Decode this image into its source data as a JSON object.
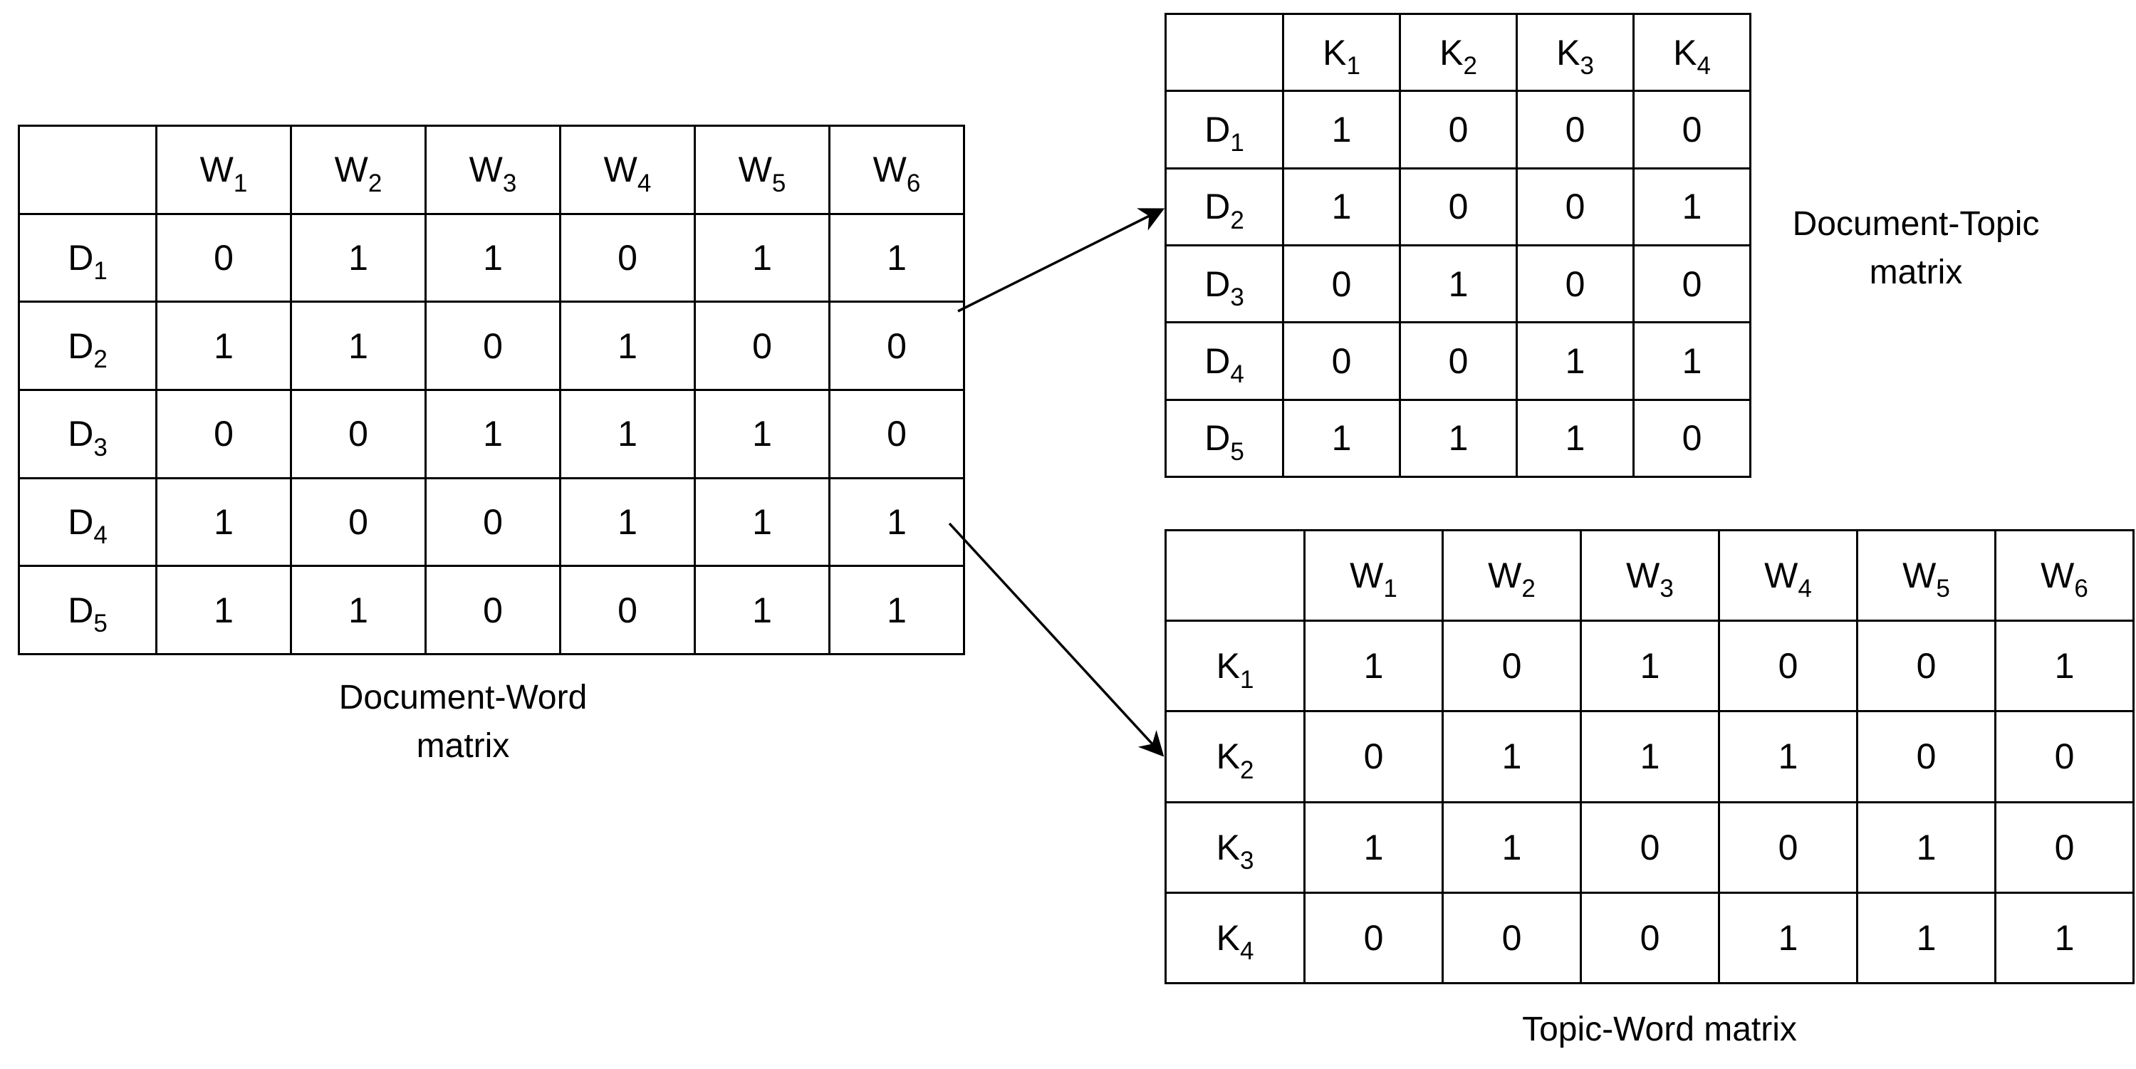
{
  "document_word": {
    "caption": [
      "Document-Word",
      "matrix"
    ],
    "columns": [
      {
        "base": "W",
        "sub": "1"
      },
      {
        "base": "W",
        "sub": "2"
      },
      {
        "base": "W",
        "sub": "3"
      },
      {
        "base": "W",
        "sub": "4"
      },
      {
        "base": "W",
        "sub": "5"
      },
      {
        "base": "W",
        "sub": "6"
      }
    ],
    "rows": [
      {
        "label": {
          "base": "D",
          "sub": "1"
        },
        "values": [
          "0",
          "1",
          "1",
          "0",
          "1",
          "1"
        ]
      },
      {
        "label": {
          "base": "D",
          "sub": "2"
        },
        "values": [
          "1",
          "1",
          "0",
          "1",
          "0",
          "0"
        ]
      },
      {
        "label": {
          "base": "D",
          "sub": "3"
        },
        "values": [
          "0",
          "0",
          "1",
          "1",
          "1",
          "0"
        ]
      },
      {
        "label": {
          "base": "D",
          "sub": "4"
        },
        "values": [
          "1",
          "0",
          "0",
          "1",
          "1",
          "1"
        ]
      },
      {
        "label": {
          "base": "D",
          "sub": "5"
        },
        "values": [
          "1",
          "1",
          "0",
          "0",
          "1",
          "1"
        ]
      }
    ]
  },
  "document_topic": {
    "caption": [
      "Document-Topic",
      "matrix"
    ],
    "columns": [
      {
        "base": "K",
        "sub": "1"
      },
      {
        "base": "K",
        "sub": "2"
      },
      {
        "base": "K",
        "sub": "3"
      },
      {
        "base": "K",
        "sub": "4"
      }
    ],
    "rows": [
      {
        "label": {
          "base": "D",
          "sub": "1"
        },
        "values": [
          "1",
          "0",
          "0",
          "0"
        ]
      },
      {
        "label": {
          "base": "D",
          "sub": "2"
        },
        "values": [
          "1",
          "0",
          "0",
          "1"
        ]
      },
      {
        "label": {
          "base": "D",
          "sub": "3"
        },
        "values": [
          "0",
          "1",
          "0",
          "0"
        ]
      },
      {
        "label": {
          "base": "D",
          "sub": "4"
        },
        "values": [
          "0",
          "0",
          "1",
          "1"
        ]
      },
      {
        "label": {
          "base": "D",
          "sub": "5"
        },
        "values": [
          "1",
          "1",
          "1",
          "0"
        ]
      }
    ]
  },
  "topic_word": {
    "caption": [
      "Topic-Word matrix"
    ],
    "columns": [
      {
        "base": "W",
        "sub": "1"
      },
      {
        "base": "W",
        "sub": "2"
      },
      {
        "base": "W",
        "sub": "3"
      },
      {
        "base": "W",
        "sub": "4"
      },
      {
        "base": "W",
        "sub": "5"
      },
      {
        "base": "W",
        "sub": "6"
      }
    ],
    "rows": [
      {
        "label": {
          "base": "K",
          "sub": "1"
        },
        "values": [
          "1",
          "0",
          "1",
          "0",
          "0",
          "1"
        ]
      },
      {
        "label": {
          "base": "K",
          "sub": "2"
        },
        "values": [
          "0",
          "1",
          "1",
          "1",
          "0",
          "0"
        ]
      },
      {
        "label": {
          "base": "K",
          "sub": "3"
        },
        "values": [
          "1",
          "1",
          "0",
          "0",
          "1",
          "0"
        ]
      },
      {
        "label": {
          "base": "K",
          "sub": "4"
        },
        "values": [
          "0",
          "0",
          "0",
          "1",
          "1",
          "1"
        ]
      }
    ]
  },
  "colors": {
    "line": "#000000",
    "background": "#ffffff"
  }
}
